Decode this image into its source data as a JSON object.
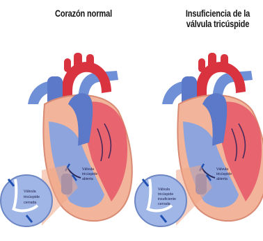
{
  "panels": {
    "normal": {
      "title": "Corazón normal",
      "valve_label": [
        "Válvula",
        "tricúspide",
        "abierta"
      ],
      "zoom_label": [
        "Válvula",
        "tricúspide",
        "cerrada"
      ]
    },
    "insufficiency": {
      "title": "Insuficiencia de la válvula tricúspide",
      "valve_label": [
        "Válvula",
        "tricúspide",
        "abierta"
      ],
      "zoom_label": [
        "Válvula",
        "tricúspide",
        "insuficiente",
        "cerrada"
      ]
    }
  },
  "colors": {
    "aorta_red": "#d9333f",
    "vein_blue": "#5c78c8",
    "heart_wall": "#f2b49a",
    "heart_outline": "#d98a73",
    "left_chamber": "#e8646f",
    "right_chamber": "#8ea4dc",
    "zoom_fill": "#9fb6e6",
    "arrow_blue": "#1f4fb0"
  }
}
